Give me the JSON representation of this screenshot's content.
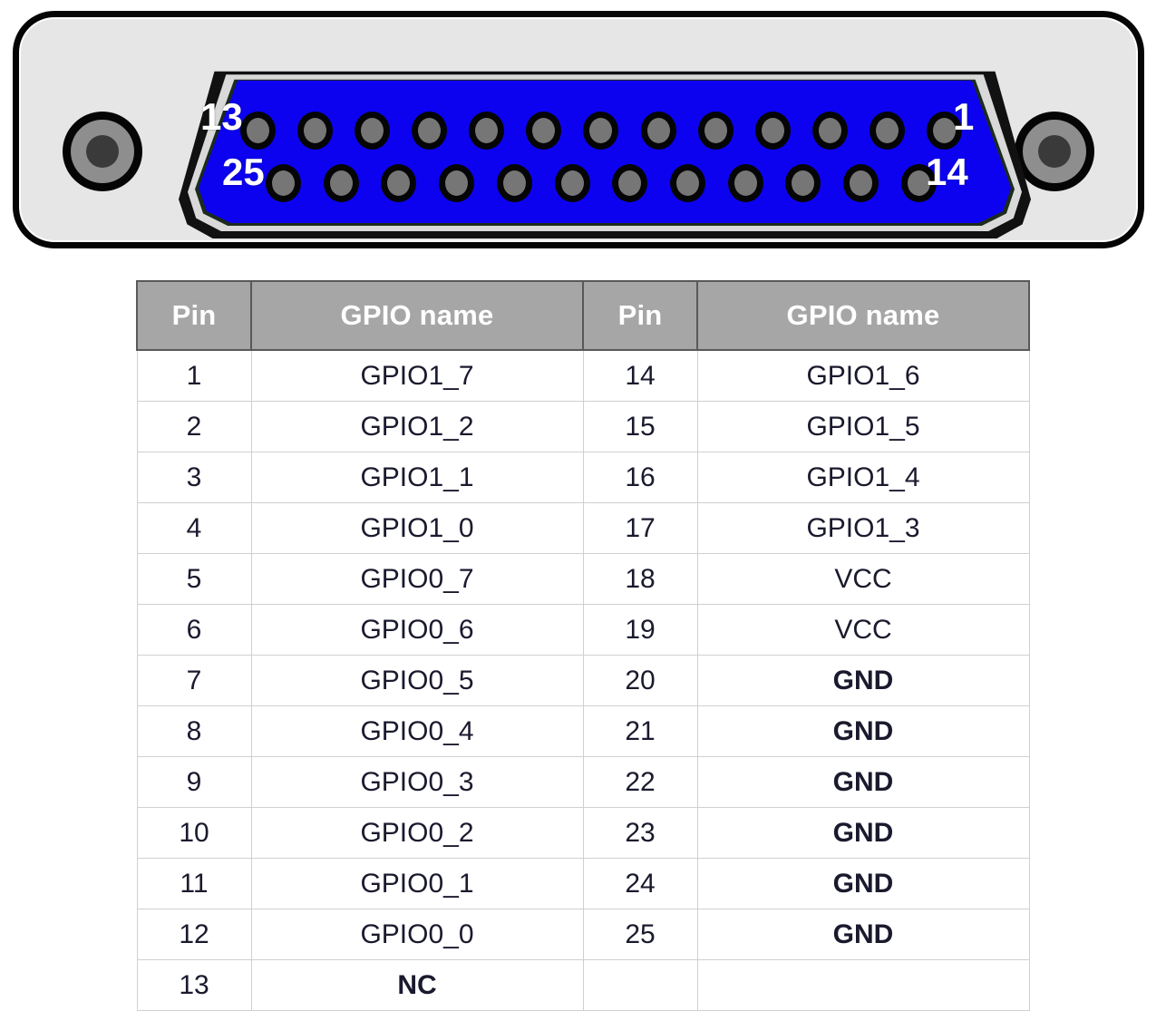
{
  "connector": {
    "type": "DB25 / D-sub 25-pin female connector",
    "corner_labels": {
      "top_left": "13",
      "bottom_left": "25",
      "top_right": "1",
      "bottom_right": "14"
    },
    "top_row_pin_count": 13,
    "bottom_row_pin_count": 12,
    "colors": {
      "shell": "#e6e6e6",
      "outline": "#050505",
      "insulator": "#0c02f0",
      "contact": "#767676",
      "label": "#ffffff"
    }
  },
  "table": {
    "headers": [
      "Pin",
      "GPIO name",
      "Pin",
      "GPIO name"
    ],
    "legend_colors": {
      "gpio1_bg": "#fbe395",
      "gpio1_fg": "#9d6b16",
      "gpio0_bg": "#c5edcd",
      "gpio0_fg": "#2e7d32",
      "vcc_bg": "#fac8ce",
      "vcc_fg": "#b02424",
      "gnd_bg": "#f1f1f1",
      "gnd_fg": "#000000",
      "nc_bg": "#f1f1f1",
      "nc_fg": "#15b0f0",
      "header_bg": "#a6a6a6",
      "header_fg": "#ffffff"
    },
    "rows": [
      {
        "left_pin": "1",
        "left_name": "GPIO1_7",
        "left_kind": "gpio1",
        "right_pin": "14",
        "right_name": "GPIO1_6",
        "right_kind": "gpio1"
      },
      {
        "left_pin": "2",
        "left_name": "GPIO1_2",
        "left_kind": "gpio1",
        "right_pin": "15",
        "right_name": "GPIO1_5",
        "right_kind": "gpio1"
      },
      {
        "left_pin": "3",
        "left_name": "GPIO1_1",
        "left_kind": "gpio1",
        "right_pin": "16",
        "right_name": "GPIO1_4",
        "right_kind": "gpio1"
      },
      {
        "left_pin": "4",
        "left_name": "GPIO1_0",
        "left_kind": "gpio1",
        "right_pin": "17",
        "right_name": "GPIO1_3",
        "right_kind": "gpio1"
      },
      {
        "left_pin": "5",
        "left_name": "GPIO0_7",
        "left_kind": "gpio0",
        "right_pin": "18",
        "right_name": "VCC",
        "right_kind": "vcc"
      },
      {
        "left_pin": "6",
        "left_name": "GPIO0_6",
        "left_kind": "gpio0",
        "right_pin": "19",
        "right_name": "VCC",
        "right_kind": "vcc"
      },
      {
        "left_pin": "7",
        "left_name": "GPIO0_5",
        "left_kind": "gpio0",
        "right_pin": "20",
        "right_name": "GND",
        "right_kind": "gnd"
      },
      {
        "left_pin": "8",
        "left_name": "GPIO0_4",
        "left_kind": "gpio0",
        "right_pin": "21",
        "right_name": "GND",
        "right_kind": "gnd"
      },
      {
        "left_pin": "9",
        "left_name": "GPIO0_3",
        "left_kind": "gpio0",
        "right_pin": "22",
        "right_name": "GND",
        "right_kind": "gnd"
      },
      {
        "left_pin": "10",
        "left_name": "GPIO0_2",
        "left_kind": "gpio0",
        "right_pin": "23",
        "right_name": "GND",
        "right_kind": "gnd"
      },
      {
        "left_pin": "11",
        "left_name": "GPIO0_1",
        "left_kind": "gpio0",
        "right_pin": "24",
        "right_name": "GND",
        "right_kind": "gnd"
      },
      {
        "left_pin": "12",
        "left_name": "GPIO0_0",
        "left_kind": "gpio0",
        "right_pin": "25",
        "right_name": "GND",
        "right_kind": "gnd"
      },
      {
        "left_pin": "13",
        "left_name": "NC",
        "left_kind": "nc",
        "right_pin": "",
        "right_name": "",
        "right_kind": "blank"
      }
    ]
  }
}
